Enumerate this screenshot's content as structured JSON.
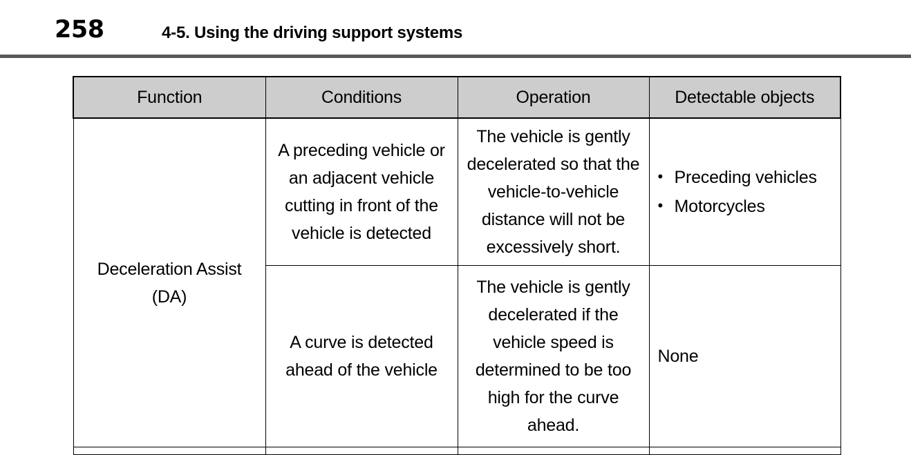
{
  "page": {
    "number": "258",
    "section_title": "4-5. Using the driving support systems"
  },
  "table": {
    "headers": [
      "Function",
      "Conditions",
      "Operation",
      "Detectable objects"
    ],
    "rows": [
      {
        "function": "Deceleration Assist\n(DA)",
        "function_line1": "Deceleration Assist",
        "function_line2": "(DA)",
        "conditions": "A preceding vehicle or an adjacent vehicle cutting in front of the vehicle is detected",
        "operation": "The vehicle is gently decelerated so that the vehicle-to-vehicle distance will not be excessively short.",
        "detectable_objects": [
          "Preceding vehicles",
          "Motorcycles"
        ]
      },
      {
        "conditions": "A curve is detected ahead of the vehicle",
        "operation": "The vehicle is gently decelerated if the vehicle speed is determined to be too high for the curve ahead.",
        "detectable_objects_text": "None"
      }
    ]
  }
}
